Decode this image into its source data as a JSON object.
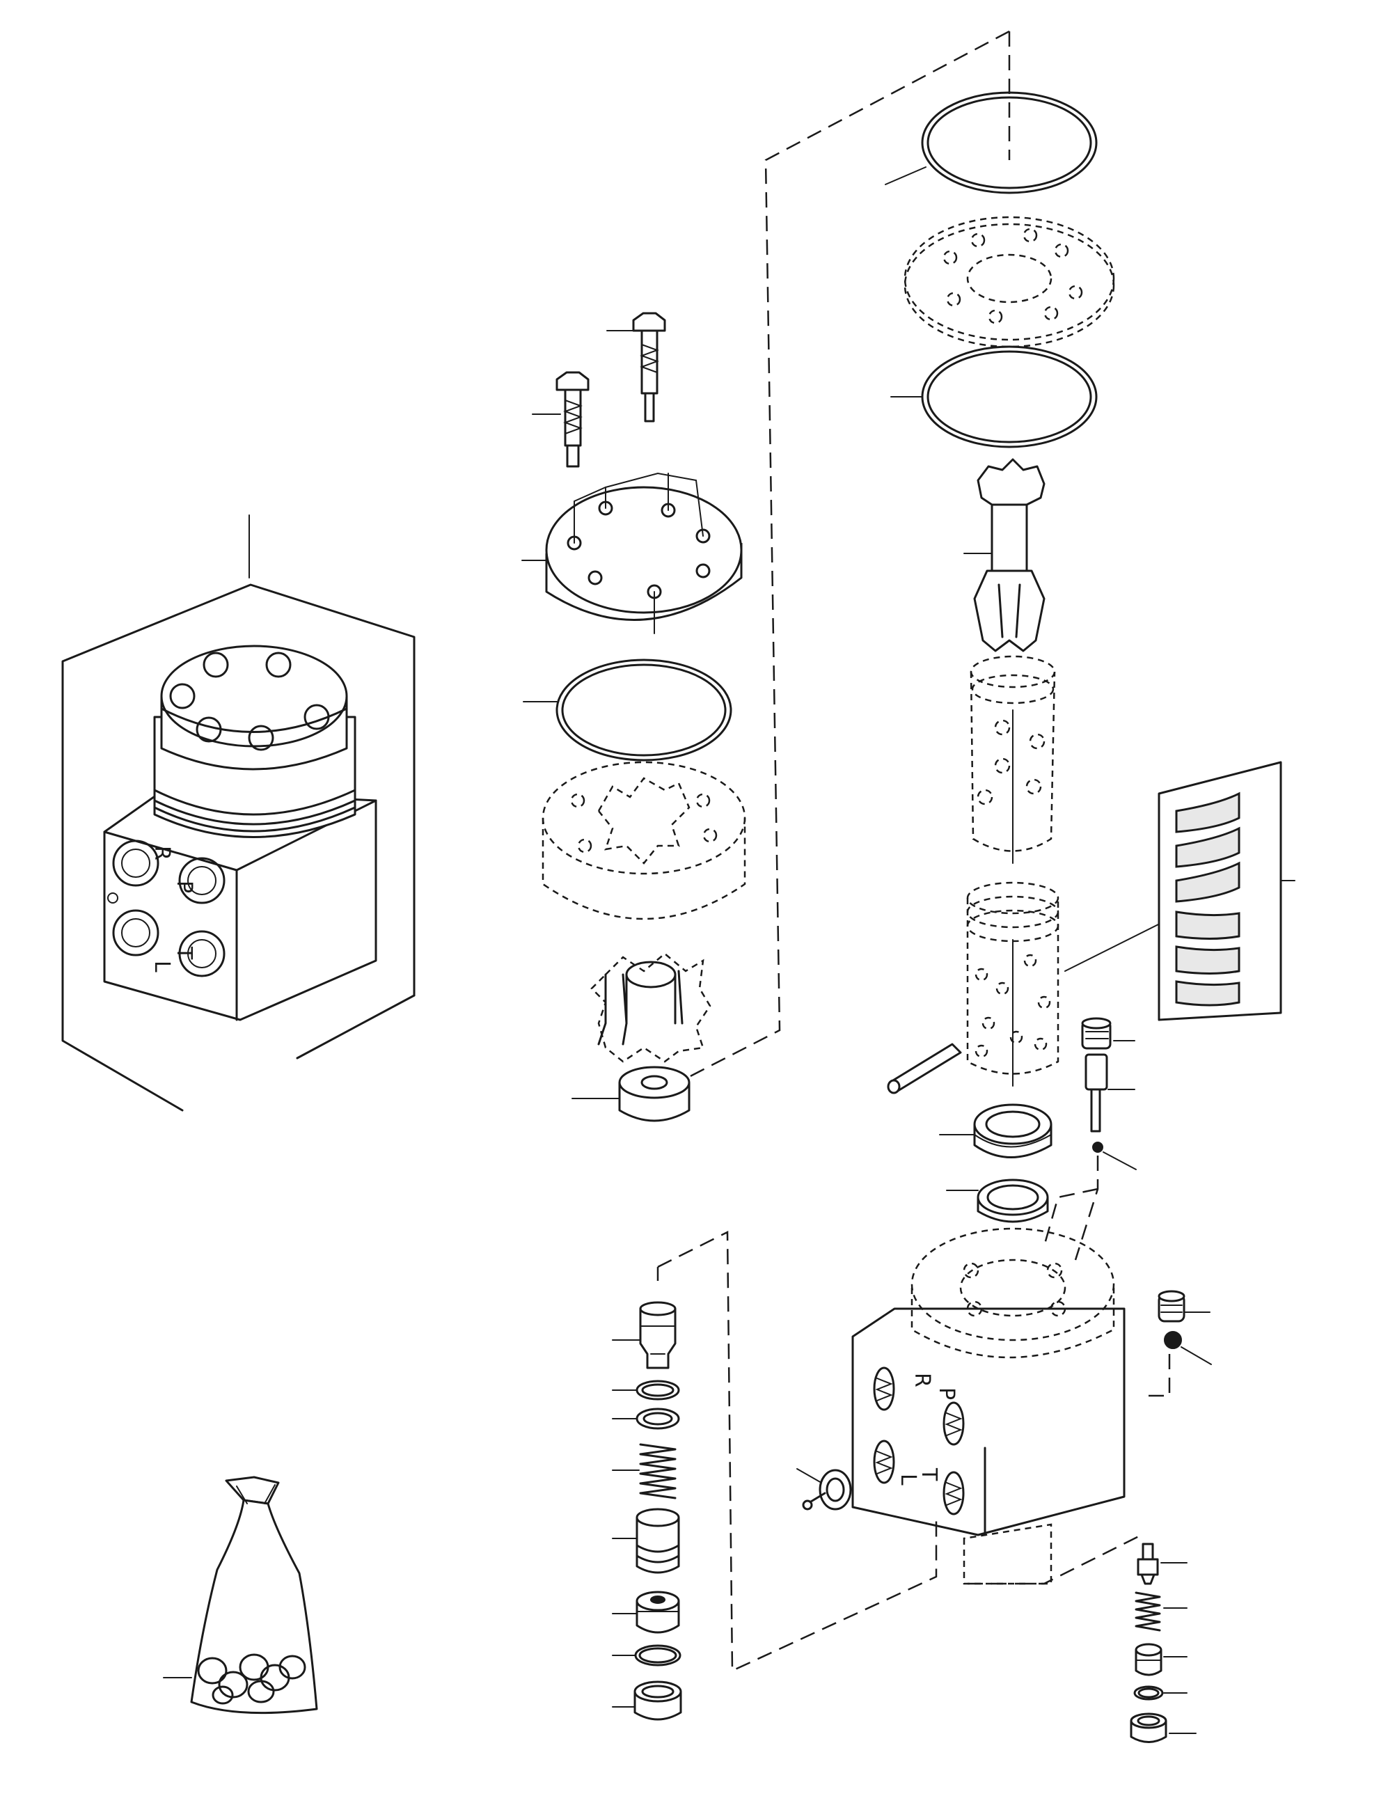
{
  "diagram": {
    "kind": "exploded parts view",
    "port_letters": {
      "assembly": [
        "R",
        "P",
        "T",
        "L"
      ],
      "housing": [
        "R",
        "P",
        "T",
        "L"
      ]
    },
    "leader_count": 38,
    "parts": [
      "complete-unit",
      "cap-screw",
      "special-screw",
      "end-cap",
      "o-ring",
      "gerotor-ring",
      "gerotor-star",
      "spacer",
      "seal-ring",
      "distributor-plate",
      "drive-shaft",
      "inner-spool",
      "outer-sleeve",
      "centering-springs",
      "cross-pin",
      "thrust-bearing",
      "bearing-race",
      "check-plug",
      "check-valve-stem",
      "check-ball",
      "housing",
      "plug",
      "ball",
      "adjusting-screw",
      "relief-valve-cartridge",
      "spring",
      "piston",
      "seal-kit-bag"
    ]
  }
}
